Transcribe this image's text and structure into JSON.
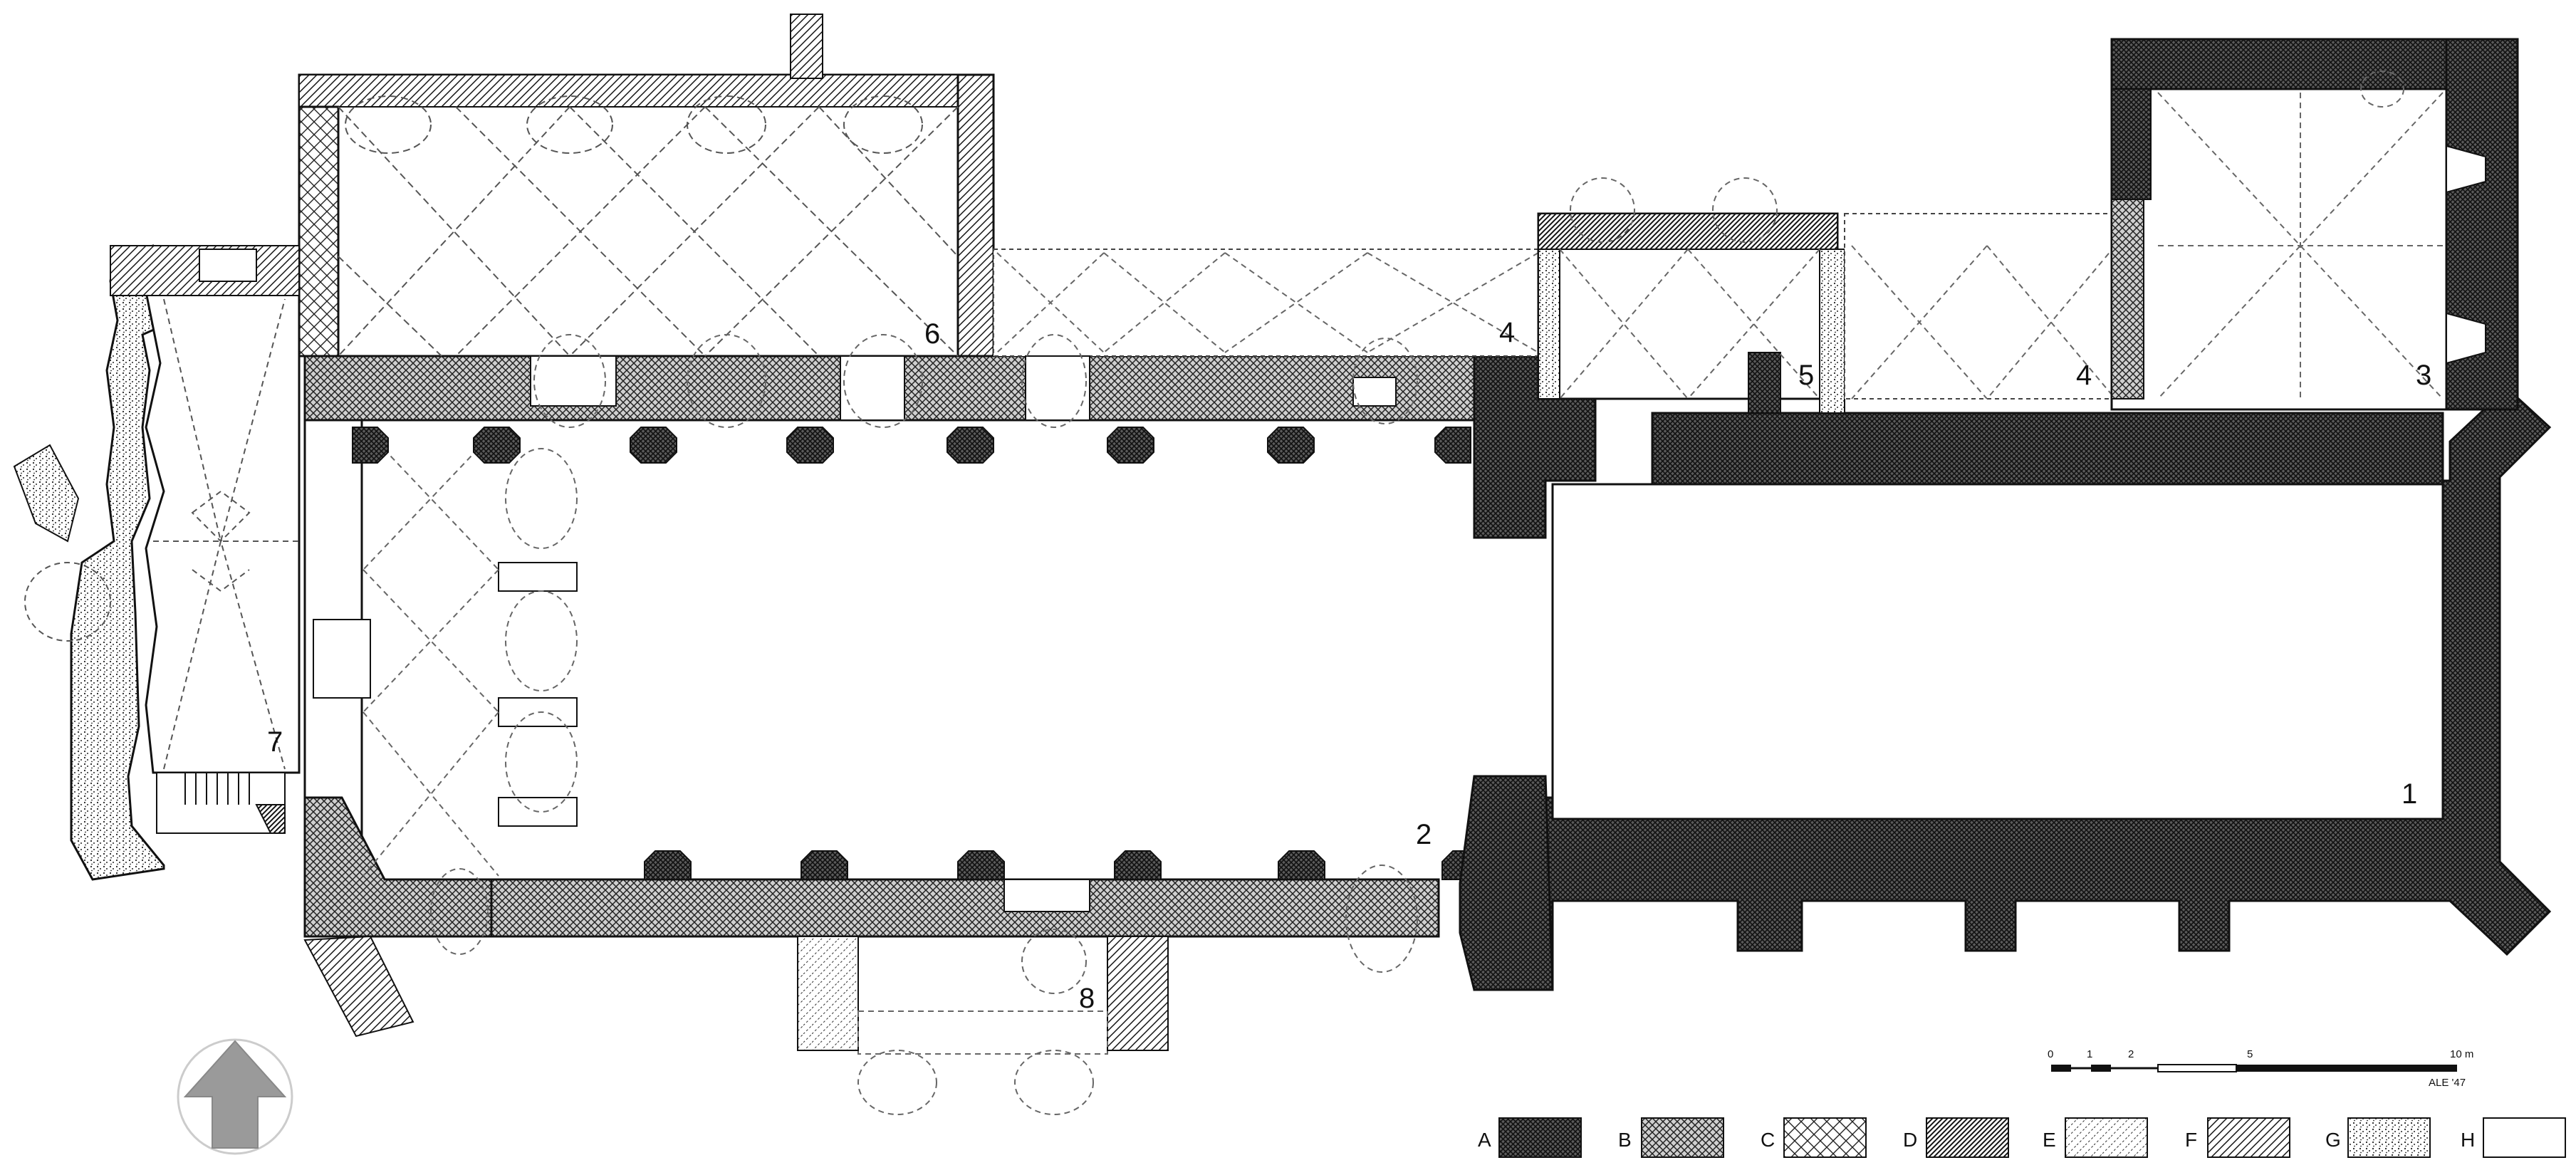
{
  "plan": {
    "markers": [
      "1",
      "2",
      "3",
      "4",
      "4",
      "5",
      "6",
      "7",
      "8"
    ],
    "legend": [
      {
        "key": "A",
        "pattern": "dense-crosshatch"
      },
      {
        "key": "B",
        "pattern": "medium-crosshatch"
      },
      {
        "key": "C",
        "pattern": "open-crosshatch"
      },
      {
        "key": "D",
        "pattern": "dense-diagonal-hatch"
      },
      {
        "key": "E",
        "pattern": "light-diagonal-hatch"
      },
      {
        "key": "F",
        "pattern": "diagonal-hatch"
      },
      {
        "key": "G",
        "pattern": "stipple"
      },
      {
        "key": "H",
        "pattern": "blank"
      }
    ],
    "scale": {
      "ticks": [
        "0",
        "1",
        "2",
        "5",
        "10 m"
      ],
      "signature": "ALE '47"
    },
    "north_arrow": "north-arrow-icon",
    "colors": {
      "ink": "#1a1a1a",
      "wall_fill": "#3a3a3a",
      "paper": "#ffffff",
      "arrow": "#9a9a9a"
    }
  }
}
